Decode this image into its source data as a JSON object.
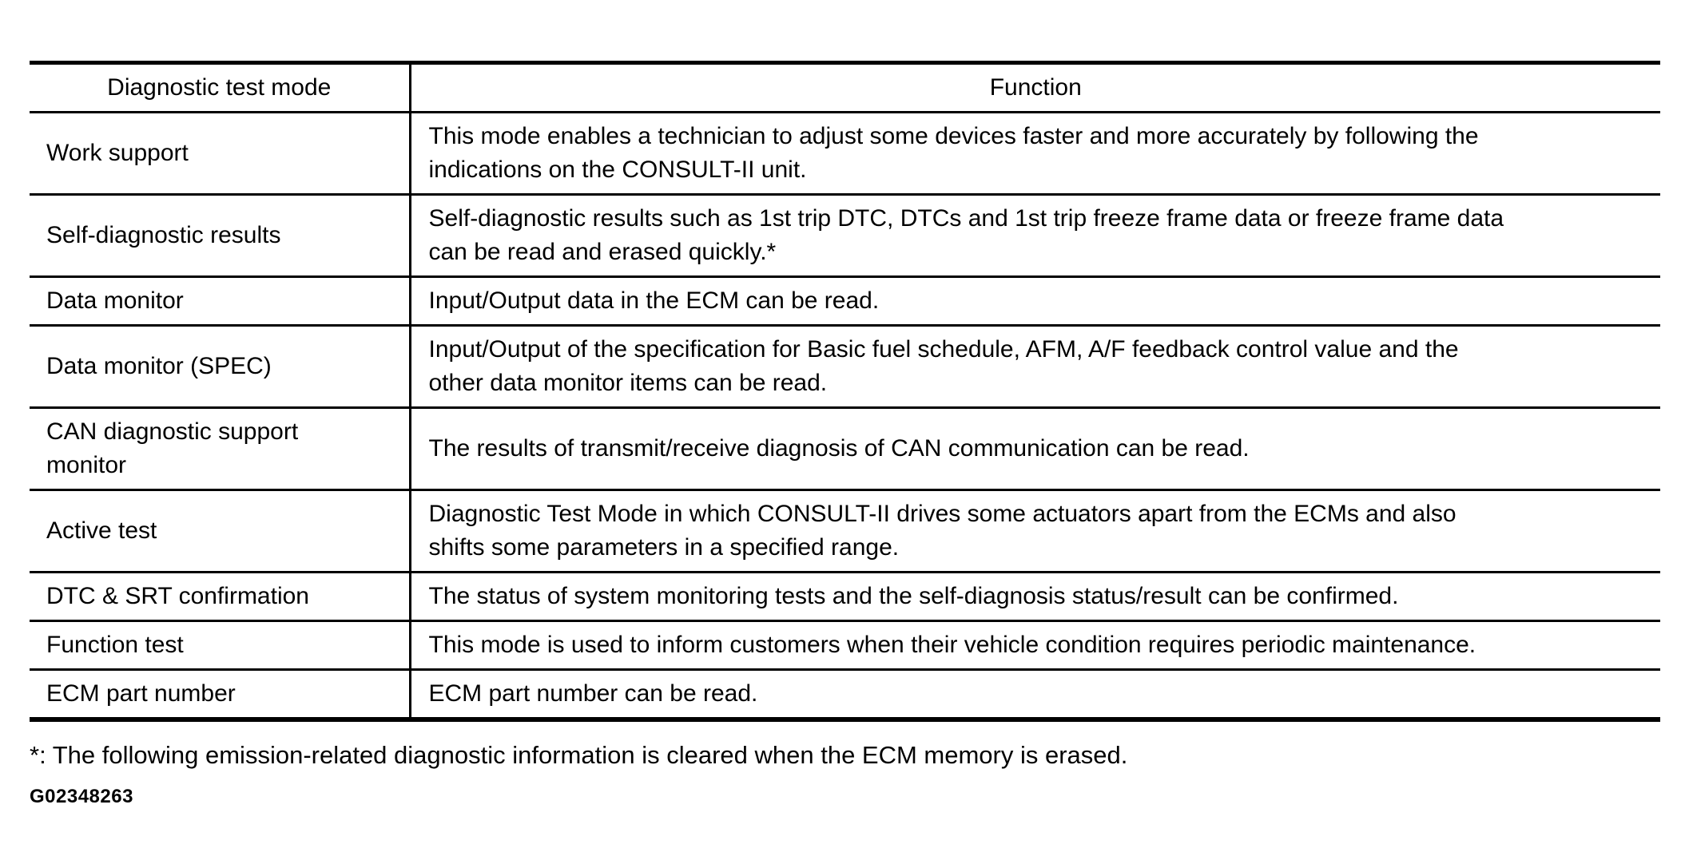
{
  "table": {
    "headers": {
      "mode": "Diagnostic test mode",
      "function": "Function"
    },
    "rows": [
      {
        "mode": [
          "Work support"
        ],
        "function": [
          "This mode enables a technician to adjust some devices faster and more accurately by following the",
          "indications on the CONSULT-II unit."
        ]
      },
      {
        "mode": [
          "Self-diagnostic results"
        ],
        "function": [
          "Self-diagnostic results such as 1st trip DTC, DTCs and 1st trip freeze frame data or freeze frame data",
          "can be read and erased quickly.*"
        ]
      },
      {
        "mode": [
          "Data monitor"
        ],
        "function": [
          "Input/Output data in the ECM can be read."
        ]
      },
      {
        "mode": [
          "Data monitor (SPEC)"
        ],
        "function": [
          "Input/Output of the specification for Basic fuel schedule, AFM, A/F feedback control value and the",
          "other data monitor items can be read."
        ]
      },
      {
        "mode": [
          "CAN diagnostic support",
          "monitor"
        ],
        "function": [
          "The results of transmit/receive diagnosis of CAN communication can be read."
        ]
      },
      {
        "mode": [
          "Active test"
        ],
        "function": [
          "Diagnostic Test Mode in which CONSULT-II drives some actuators apart from the ECMs and also",
          "shifts some parameters in a specified range."
        ]
      },
      {
        "mode": [
          "DTC & SRT confirmation"
        ],
        "function": [
          "The status of system monitoring tests and the self-diagnosis status/result can be confirmed."
        ]
      },
      {
        "mode": [
          "Function test"
        ],
        "function": [
          "This mode is used to inform customers when their vehicle condition requires periodic maintenance."
        ]
      },
      {
        "mode": [
          "ECM part number"
        ],
        "function": [
          "ECM part number can be read."
        ]
      }
    ]
  },
  "footnote": "*: The following emission-related diagnostic information is cleared when the ECM memory is erased.",
  "figure_id": "G02348263",
  "colors": {
    "text": "#000000",
    "background": "#ffffff",
    "border": "#000000"
  }
}
